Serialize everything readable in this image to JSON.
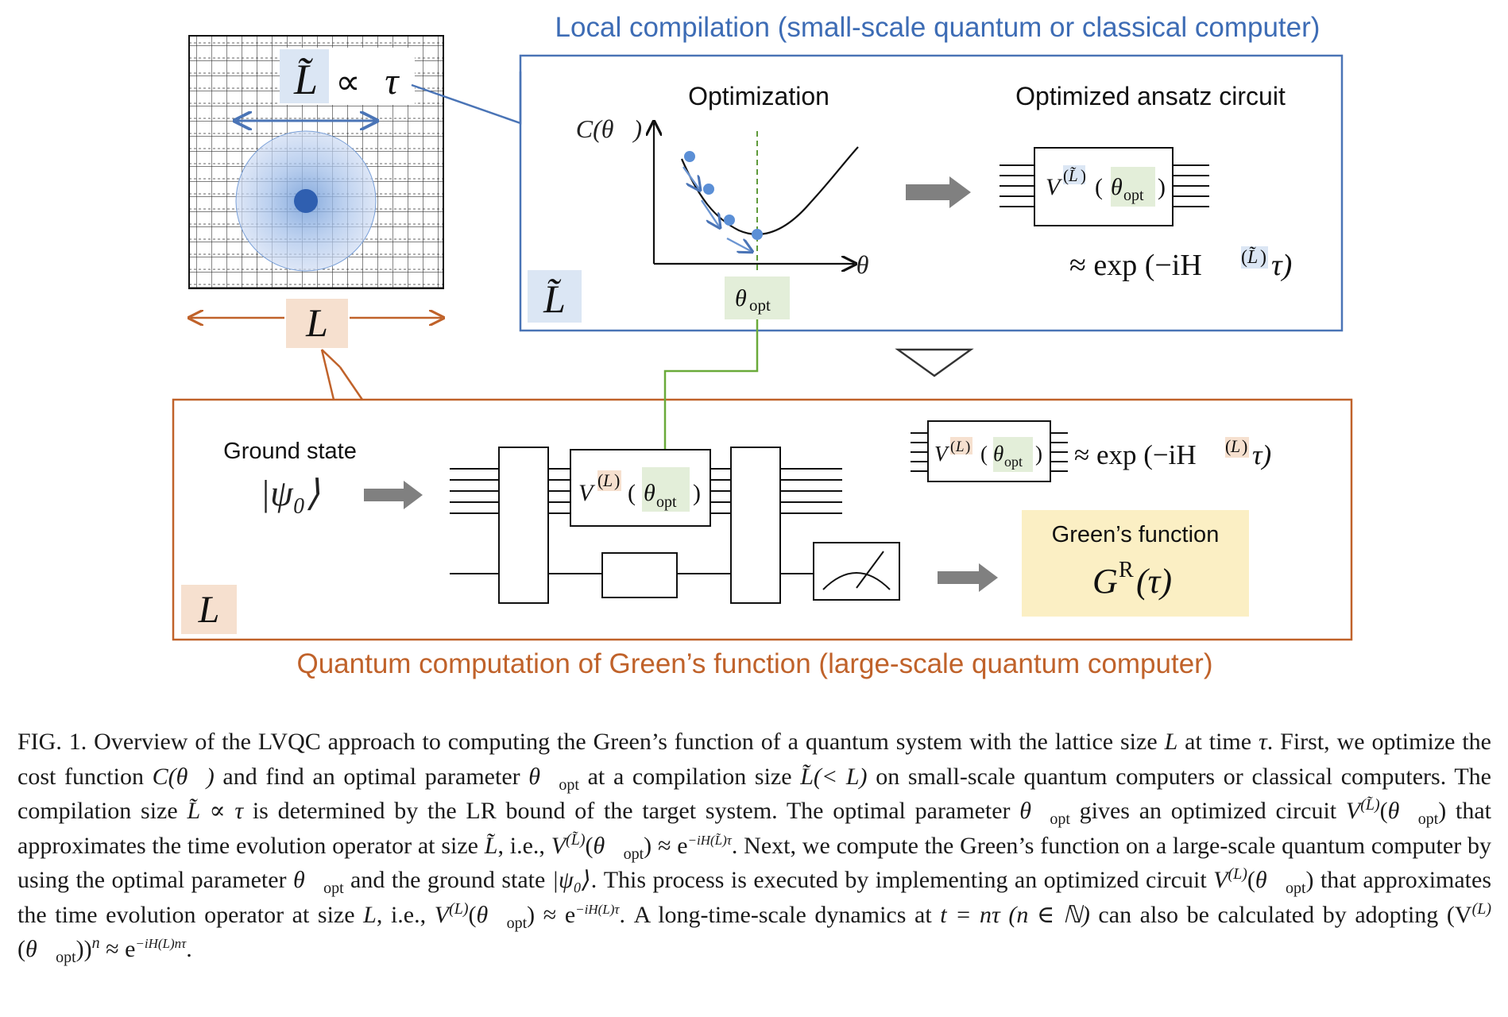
{
  "figure": {
    "local_title": "Local compilation (small-scale quantum or classical computer)",
    "quantum_title": "Quantum computation of Green’s function (large-scale quantum computer)",
    "optimization_label": "Optimization",
    "optimized_ansatz_label": "Optimized ansatz circuit",
    "ground_state_label": "Ground state",
    "ground_state_ket": "|ψ₀⟩",
    "greens_label": "Green’s function",
    "greens_symbol": "G",
    "greens_sup": "R",
    "greens_arg": "(τ)",
    "L_tilde": "L̃",
    "L": "L",
    "proportional": "∝",
    "tau": "τ",
    "cost_label": "C(θ⃗)",
    "theta_axis": "θ⃗",
    "theta_opt": "θ⃗",
    "opt_sub": "opt",
    "V": "V",
    "approx_exp": "≈ exp (−iH",
    "approx_tail": "τ)"
  },
  "caption": {
    "label": "FIG. 1.",
    "t1": " Overview of the LVQC approach to computing the Green’s function of a quantum system with the lattice size ",
    "t2": " at time ",
    "t3": ". First, we optimize the cost function ",
    "t4": " and find an optimal parameter ",
    "t5": " at a compilation size ",
    "t6": " on small-scale quantum computers or classical computers. The compilation size ",
    "t7": " is determined by the LR bound of the target system. The optimal parameter ",
    "t8": " gives an optimized circuit ",
    "t9": " that approximates the time evolution operator at size ",
    "t10": ", i.e., ",
    "t11": ". Next, we compute the Green’s function on a large-scale quantum computer by using the optimal parameter ",
    "t12": " and the ground state ",
    "t13": ". This process is executed by implementing an optimized circuit ",
    "t14": " that approximates the time evolution operator at size ",
    "t15": ", i.e., ",
    "t16": ". A long-time-scale dynamics at ",
    "t17": " can also be calculated by adopting ",
    "t18": ".",
    "m_L": "L",
    "m_tau": "τ",
    "m_cost": "C(θ⃗)",
    "m_theta": "θ⃗",
    "m_opt": "opt",
    "m_Lt_lt": "L̃(< L)",
    "m_Lt_prop": "L̃ ∝ τ",
    "m_V": "V",
    "m_sup_Lt": "(L̃)",
    "m_sup_L": "(L)",
    "m_Lt": "L̃",
    "m_exp": "≈ e",
    "m_exp_sup_t": "−iH(L̃)τ",
    "m_exp_sup_L": "−iH(L)τ",
    "m_exp_sup_Ln": "−iH(L)nτ",
    "m_psi": "|ψ₀⟩",
    "m_t": "t = nτ (n ∈ ℕ)",
    "m_pow_open": "(V",
    "m_pow_close": "))",
    "m_pow_n": "n"
  }
}
